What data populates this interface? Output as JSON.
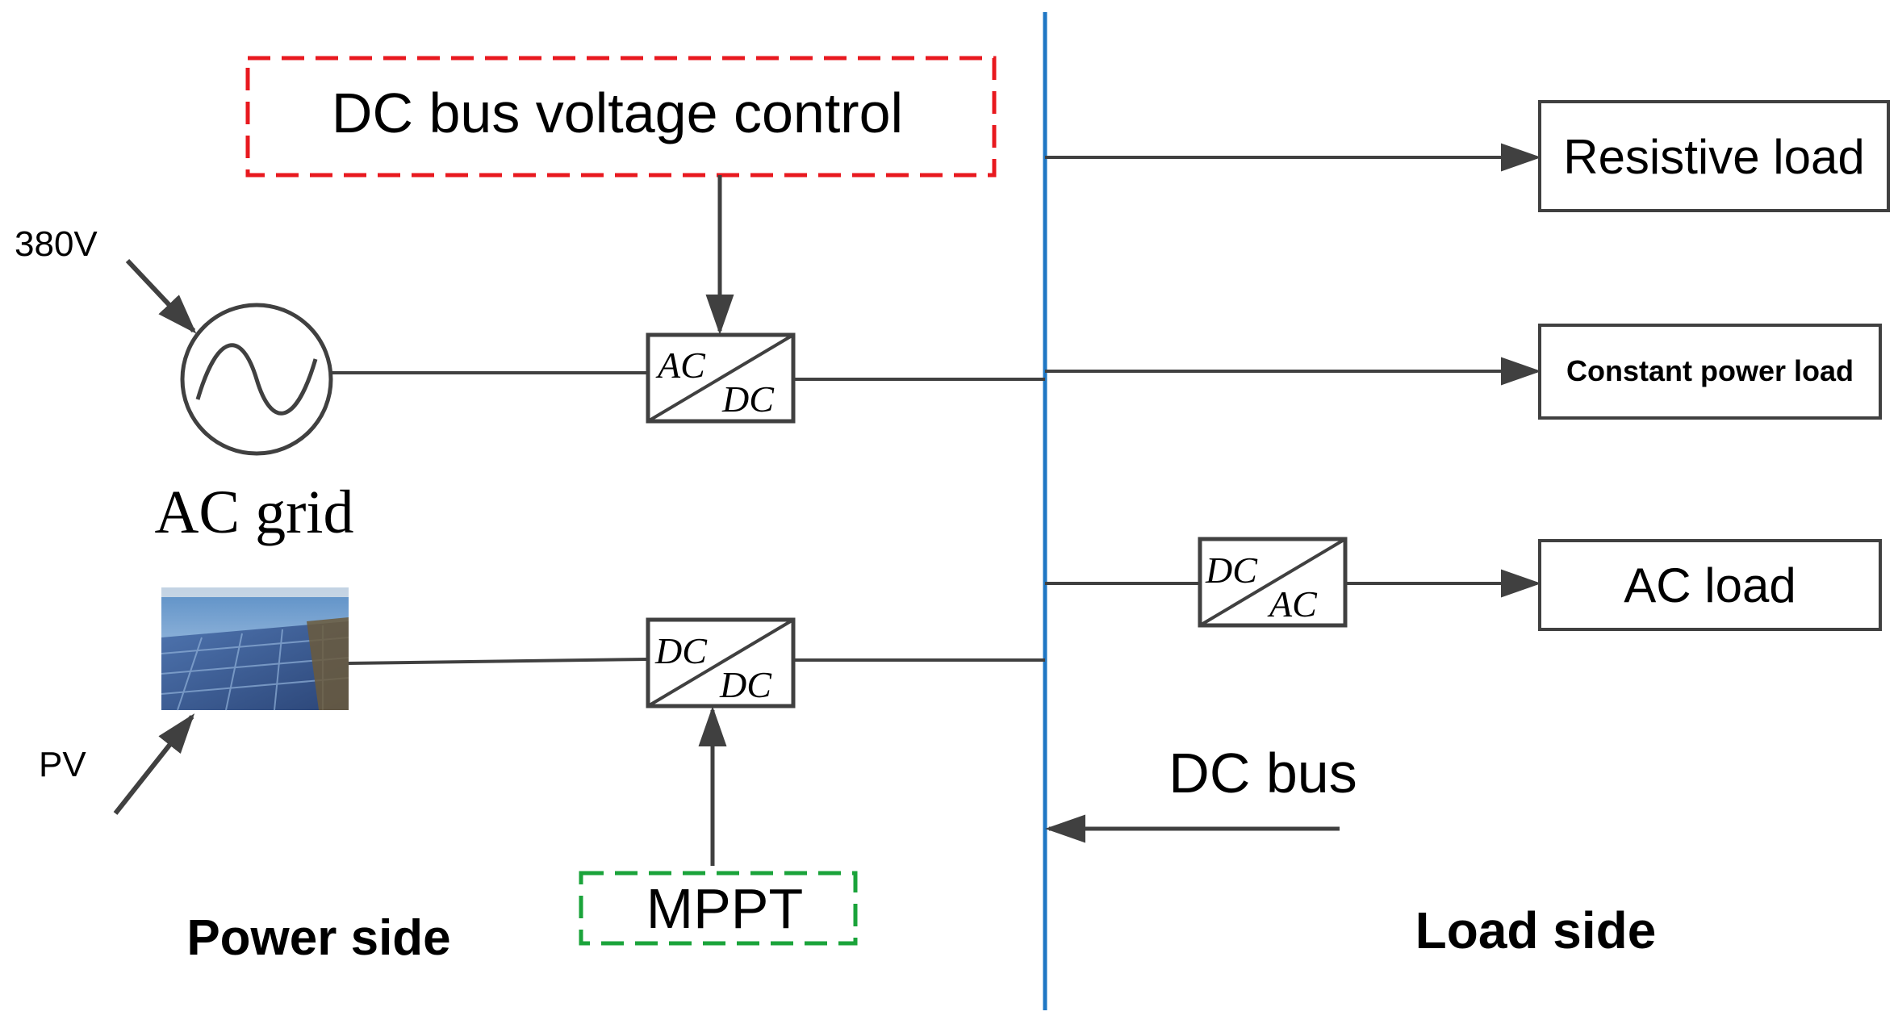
{
  "labels": {
    "dc_bus_voltage_control": "DC bus voltage control",
    "source_voltage": "380V",
    "ac_grid": "AC grid",
    "pv": "PV",
    "mppt": "MPPT",
    "power_side": "Power side",
    "load_side": "Load side",
    "dc_bus": "DC bus"
  },
  "converters": {
    "acdc": {
      "top": "AC",
      "bottom": "DC"
    },
    "dcdc": {
      "top": "DC",
      "bottom": "DC"
    },
    "dcac": {
      "top": "DC",
      "bottom": "AC"
    }
  },
  "loads": {
    "resistive": "Resistive load",
    "constant_power": "Constant power load",
    "ac": "AC load"
  },
  "colors": {
    "line": "#404040",
    "dc_bus": "#1f77c4",
    "control_box": "#e8191f",
    "mppt_box": "#1aa33a",
    "sky": "#7ea9d4",
    "panel": "#3d5f9a",
    "ground": "#6b5a3c"
  }
}
